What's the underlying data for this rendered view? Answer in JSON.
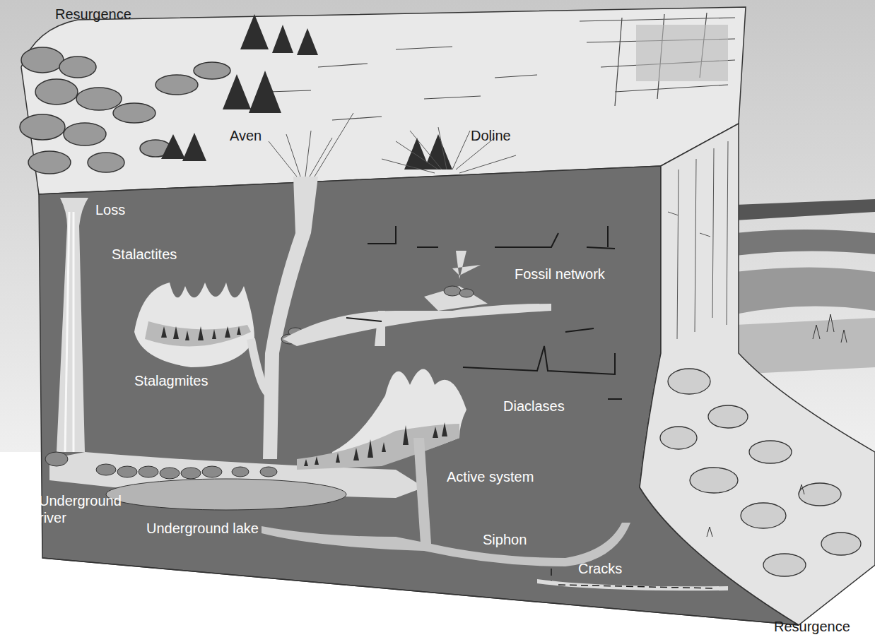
{
  "diagram": {
    "labels": [
      "Resurgence",
      "Aven",
      "Doline",
      "Loss",
      "Stalactites",
      "Fossil network",
      "Stalagmites",
      "Diaclases",
      "Active system",
      "Underground river",
      "Underground lake",
      "Siphon",
      "Cracks",
      "Resurgence"
    ]
  }
}
